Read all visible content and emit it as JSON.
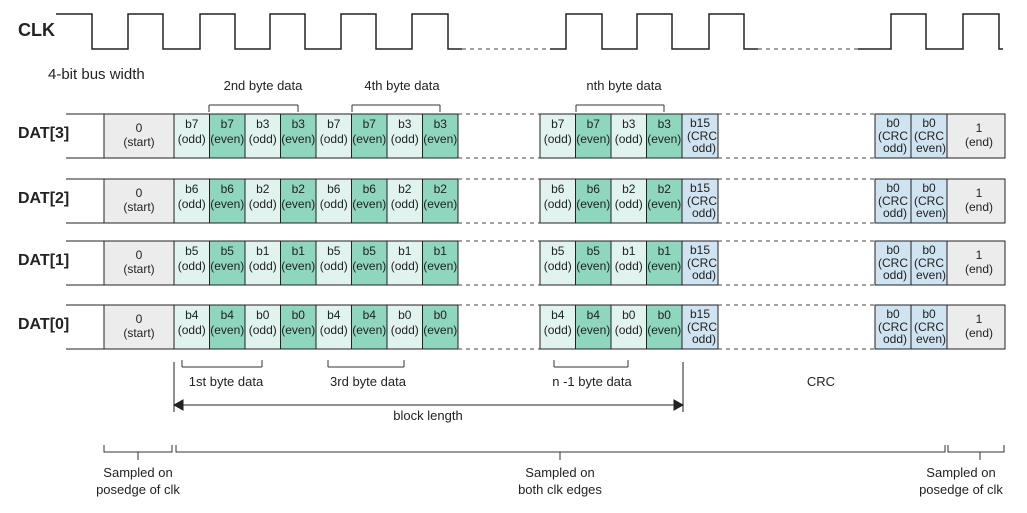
{
  "clock": {
    "label": "CLK"
  },
  "bus_width_label": "4-bit bus width",
  "rows": [
    {
      "label": "DAT[3]",
      "cells": [
        "b7",
        "b7",
        "b3",
        "b3",
        "b7",
        "b7",
        "b3",
        "b3"
      ],
      "tail": [
        "b7",
        "b7",
        "b3",
        "b3"
      ]
    },
    {
      "label": "DAT[2]",
      "cells": [
        "b6",
        "b6",
        "b2",
        "b2",
        "b6",
        "b6",
        "b2",
        "b2"
      ],
      "tail": [
        "b6",
        "b6",
        "b2",
        "b2"
      ]
    },
    {
      "label": "DAT[1]",
      "cells": [
        "b5",
        "b5",
        "b1",
        "b1",
        "b5",
        "b5",
        "b1",
        "b1"
      ],
      "tail": [
        "b5",
        "b5",
        "b1",
        "b1"
      ]
    },
    {
      "label": "DAT[0]",
      "cells": [
        "b4",
        "b4",
        "b0",
        "b0",
        "b4",
        "b4",
        "b0",
        "b0"
      ],
      "tail": [
        "b4",
        "b4",
        "b0",
        "b0"
      ]
    }
  ],
  "cell_text": {
    "start_bit": "0",
    "start": "(start)",
    "end_bit": "1",
    "end": "(end)",
    "odd": "(odd)",
    "even": "(even)",
    "crc_bit": "b15",
    "crc_open": "(CRC",
    "crc_odd": "odd)",
    "crc_b0": "b0",
    "crc_b0_open": "(CRC",
    "crc_b0_odd": "odd)",
    "crc_b0_even": "even)"
  },
  "annotations": {
    "byte2": "2nd byte data",
    "byte4": "4th byte data",
    "byten": "nth byte data",
    "byte1": "1st byte data",
    "byte3": "3rd byte data",
    "byten1": "n -1 byte data",
    "crc": "CRC",
    "block_length": "block length"
  },
  "sampling": {
    "left_line1": "Sampled on",
    "left_line2": "posedge of clk",
    "mid_line1": "Sampled on",
    "mid_line2": "both clk edges",
    "right_line1": "Sampled on",
    "right_line2": "posedge of clk"
  },
  "colors": {
    "odd": "#e1f3ef",
    "even": "#8fd6be",
    "crc": "#cfe3f1",
    "startend": "#ececec"
  }
}
